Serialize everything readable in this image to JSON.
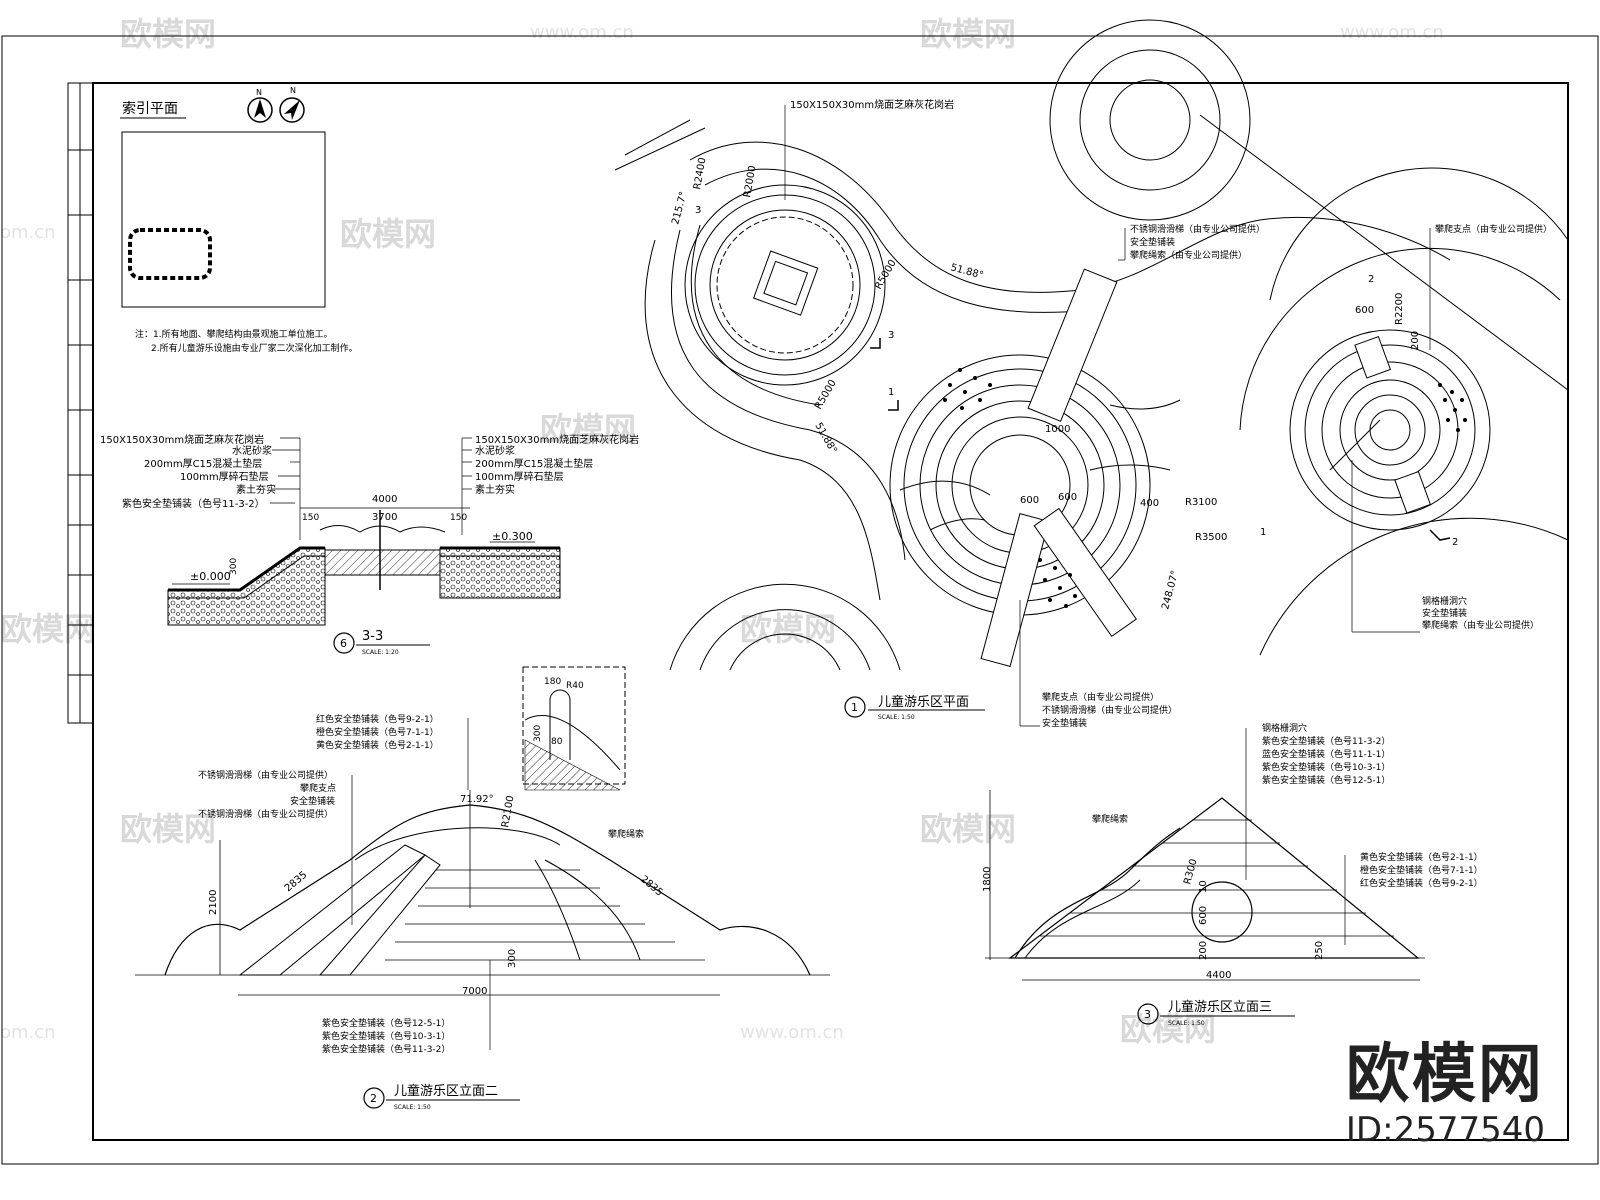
{
  "sheet": {
    "index_plan_title": "索引平面",
    "notes": [
      "注：1.所有地面、攀爬结构由景观施工单位施工。",
      "2.所有儿童游乐设施由专业厂家二次深化加工制作。"
    ],
    "north_labels": [
      "N",
      "N"
    ]
  },
  "plan": {
    "title": "儿童游乐区平面",
    "number": "1",
    "scale": "SCALE: 1:50",
    "labels": [
      "150X150X30mm烧面芝麻灰花岗岩",
      "不锈钢滑滑梯（由专业公司提供）",
      "安全垫铺装",
      "攀爬绳索（由专业公司提供）",
      "攀爬支点（由专业公司提供）",
      "钢格栅洞穴",
      "安全垫铺装",
      "攀爬绳索（由专业公司提供）",
      "攀爬支点（由专业公司提供）",
      "不锈钢滑滑梯（由专业公司提供）",
      "安全垫铺装"
    ],
    "dims": [
      "R2400",
      "R2000",
      "215.7°",
      "R5000",
      "R5000",
      "51.88°",
      "51.88°",
      "1000",
      "600",
      "600",
      "400",
      "R3100",
      "R3500",
      "248.07°",
      "R2200",
      "600",
      "200"
    ],
    "section_marks": [
      "3",
      "3",
      "1",
      "1",
      "2",
      "2"
    ]
  },
  "section": {
    "title": "3-3",
    "number": "6",
    "scale": "SCALE: 1:20",
    "labels_left": [
      "150X150X30mm烧面芝麻灰花岗岩",
      "水泥砂浆",
      "200mm厚C15混凝土垫层",
      "100mm厚碎石垫层",
      "素土夯实",
      "紫色安全垫铺装（色号11-3-2）"
    ],
    "labels_right": [
      "150X150X30mm烧面芝麻灰花岗岩",
      "水泥砂浆",
      "200mm厚C15混凝土垫层",
      "100mm厚碎石垫层",
      "素土夯实"
    ],
    "dims": [
      "4000",
      "150",
      "3700",
      "150",
      "±0.300",
      "±0.000",
      "300"
    ]
  },
  "elev2": {
    "title": "儿童游乐区立面二",
    "number": "2",
    "scale": "SCALE: 1:50",
    "labels_top": [
      "红色安全垫铺装（色号9-2-1）",
      "橙色安全垫铺装（色号7-1-1）",
      "黄色安全垫铺装（色号2-1-1）",
      "不锈钢滑滑梯（由专业公司提供）",
      "攀爬支点",
      "安全垫铺装",
      "不锈钢滑滑梯（由专业公司提供）"
    ],
    "label_rope": "攀爬绳索",
    "labels_bottom": [
      "紫色安全垫铺装（色号12-5-1）",
      "紫色安全垫铺装（色号10-3-1）",
      "紫色安全垫铺装（色号11-3-2）"
    ],
    "dims": [
      "71.92°",
      "R2100",
      "2100",
      "2835",
      "2835",
      "300",
      "7000",
      "180",
      "R40",
      "300",
      "80"
    ]
  },
  "elev3": {
    "title": "儿童游乐区立面三",
    "number": "3",
    "scale": "SCALE: 1:50",
    "labels_top": [
      "钢格栅洞穴",
      "紫色安全垫铺装（色号11-3-2）",
      "蓝色安全垫铺装（色号11-1-1）",
      "紫色安全垫铺装（色号10-3-1）",
      "紫色安全垫铺装（色号12-5-1）"
    ],
    "labels_right": [
      "黄色安全垫铺装（色号2-1-1）",
      "橙色安全垫铺装（色号7-1-1）",
      "红色安全垫铺装（色号9-2-1）"
    ],
    "label_rope": "攀爬绳索",
    "dims": [
      "1800",
      "R300",
      "10",
      "600",
      "200",
      "250",
      "4400"
    ]
  },
  "watermark": {
    "brand": "欧模网",
    "site": "www.om.cn",
    "site_short": "om.cn",
    "id": "ID:2577540"
  }
}
